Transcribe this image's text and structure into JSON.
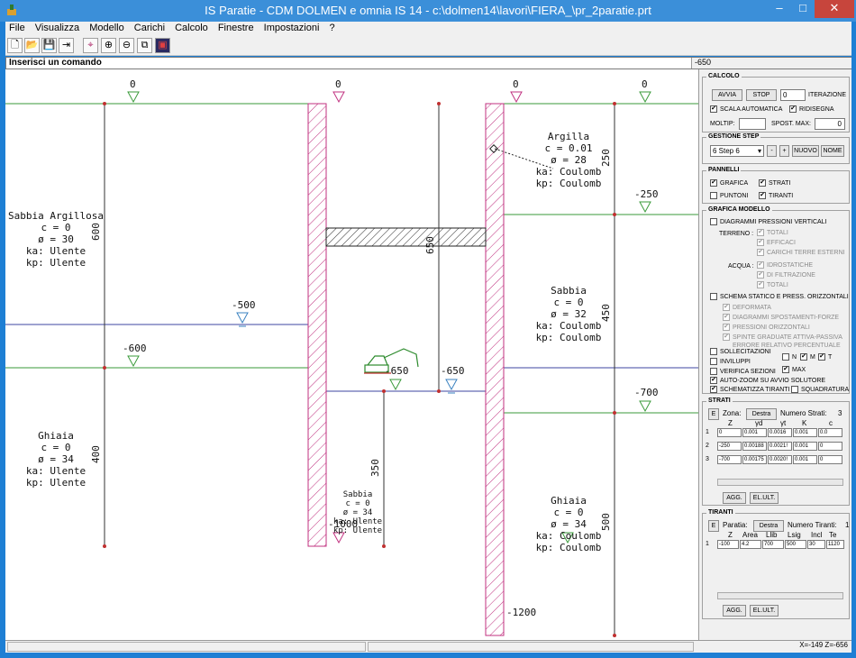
{
  "window": {
    "title": "IS Paratie - CDM DOLMEN e omnia IS 14 - c:\\dolmen14\\lavori\\FIERA_\\pr_2paratie.prt",
    "minimize": "–",
    "maximize": "□",
    "close": "✕"
  },
  "menu": [
    "File",
    "Visualizza",
    "Modello",
    "Carichi",
    "Calcolo",
    "Finestre",
    "Impostazioni",
    "?"
  ],
  "toolbar": [
    {
      "icon": "new-file-icon",
      "glyph": "🗋"
    },
    {
      "icon": "open-folder-icon",
      "glyph": "📂"
    },
    {
      "icon": "save-icon",
      "glyph": "💾"
    },
    {
      "icon": "exit-icon",
      "glyph": "⇥"
    },
    {
      "icon": "zoom-window-icon",
      "glyph": "⌖"
    },
    {
      "icon": "zoom-in-icon",
      "glyph": "⊕"
    },
    {
      "icon": "zoom-out-icon",
      "glyph": "⊖"
    },
    {
      "icon": "windows-icon",
      "glyph": "⧉"
    },
    {
      "icon": "render-icon",
      "glyph": "▣"
    }
  ],
  "command": {
    "label": "Inserisci un comando",
    "coord": "-650"
  },
  "drawing": {
    "levels": [
      "0",
      "0",
      "0",
      "0",
      "-250",
      "-500",
      "-600",
      "-650",
      "-650",
      "-700",
      "-1000",
      "-1200"
    ],
    "dims": [
      "600",
      "400",
      "250",
      "450",
      "500",
      "350",
      "650"
    ],
    "soils": {
      "left_top": [
        "Sabbia Argillosa",
        "c = 0",
        "ø = 30",
        "ka: Ulente",
        "kp: Ulente"
      ],
      "left_bottom": [
        "Ghiaia",
        "c = 0",
        "ø = 34",
        "ka: Ulente",
        "kp: Ulente"
      ],
      "center": [
        "Sabbia",
        "c = 0",
        "ø = 34",
        "ka: Ulente",
        "kp: Ulente"
      ],
      "right_top": [
        "Argilla",
        "c = 0.01",
        "ø = 28",
        "ka: Coulomb",
        "kp: Coulomb"
      ],
      "right_mid": [
        "Sabbia",
        "c = 0",
        "ø = 32",
        "ka: Coulomb",
        "kp: Coulomb"
      ],
      "right_bottom": [
        "Ghiaia",
        "c = 0",
        "ø = 34",
        "ka: Coulomb",
        "kp: Coulomb"
      ]
    }
  },
  "panel": {
    "calcolo": {
      "title": "CALCOLO",
      "avvia": "AVVIA",
      "stop": "STOP",
      "iter_value": "0",
      "iterazione": "ITERAZIONE",
      "scala": "SCALA AUTOMATICA",
      "ridisegna": "RIDISEGNA",
      "moltip": "MOLTIP:",
      "spost": "SPOST. MAX:",
      "spost_value": "0"
    },
    "step": {
      "title": "GESTIONE STEP",
      "selected": "6 Step 6",
      "minus": "-",
      "plus": "+",
      "nuovo": "NUOVO",
      "nome": "NOME"
    },
    "pannelli": {
      "title": "PANNELLI",
      "grafica": "GRAFICA",
      "strati": "STRATI",
      "puntoni": "PUNTONI",
      "tiranti": "TIRANTI"
    },
    "modello": {
      "title": "GRAFICA MODELLO",
      "diag": "DIAGRAMMI PRESSIONI VERTICALI",
      "terreno": "TERRENO :",
      "totali": "TOTALI",
      "efficaci": "EFFICACI",
      "carichi": "CARICHI TERRE ESTERNI",
      "acqua": "ACQUA :",
      "idro": "IDROSTATICHE",
      "filtr": "DI FILTRAZIONE",
      "totali2": "TOTALI",
      "schema": "SCHEMA STATICO E PRESS. ORIZZONTALI",
      "deformata": "DEFORMATA",
      "diagsp": "DIAGRAMMI SPOSTAMENTI-FORZE",
      "press": "PRESSIONI ORIZZONTALI",
      "spinte": "SPINTE GRADUATE ATTIVA-PASSIVA",
      "errore": "ERRORE RELATIVO PERCENTUALE",
      "soll": "SOLLECITAZIONI",
      "n": "N",
      "m": "M",
      "t": "T",
      "inviluppi": "INVILUPPI",
      "verifica": "VERIFICA SEZIONI",
      "max": "MAX",
      "autozoom": "AUTO-ZOOM SU AVVIO SOLUTORE",
      "schem": "SCHEMATIZZA TIRANTI",
      "squadratura": "SQUADRATURA"
    },
    "strati": {
      "title": "STRATI",
      "e": "E",
      "zona": "Zona:",
      "destra": "Destra",
      "numero": "Numero Strati:",
      "numero_value": "3",
      "headers": [
        "Z",
        "γd",
        "γt",
        "K",
        "c"
      ],
      "rows": [
        {
          "n": "1",
          "cells": [
            "0",
            "0.001",
            "0.0016",
            "0.001",
            "0.0"
          ]
        },
        {
          "n": "2",
          "cells": [
            "-250",
            "0.00188",
            "0.0021!",
            "0.001",
            "0"
          ]
        },
        {
          "n": "3",
          "cells": [
            "-700",
            "0.00175",
            "0.0020!",
            "0.001",
            "0"
          ]
        }
      ],
      "agg": "AGG.",
      "elult": "EL.ULT."
    },
    "tiranti": {
      "title": "TIRANTI",
      "e": "E",
      "paratia": "Paratia:",
      "destra": "Destra",
      "numero": "Numero Tiranti:",
      "numero_value": "1",
      "headers": [
        "Z",
        "Area",
        "Llib",
        "Lsig",
        "Incl",
        "Te"
      ],
      "rows": [
        {
          "n": "1",
          "cells": [
            "-100",
            "4.2",
            "700",
            "500",
            "30",
            "1120"
          ]
        }
      ],
      "agg": "AGG.",
      "elult": "EL.ULT."
    }
  },
  "status": {
    "coords": "X=-149 Z=-656"
  }
}
